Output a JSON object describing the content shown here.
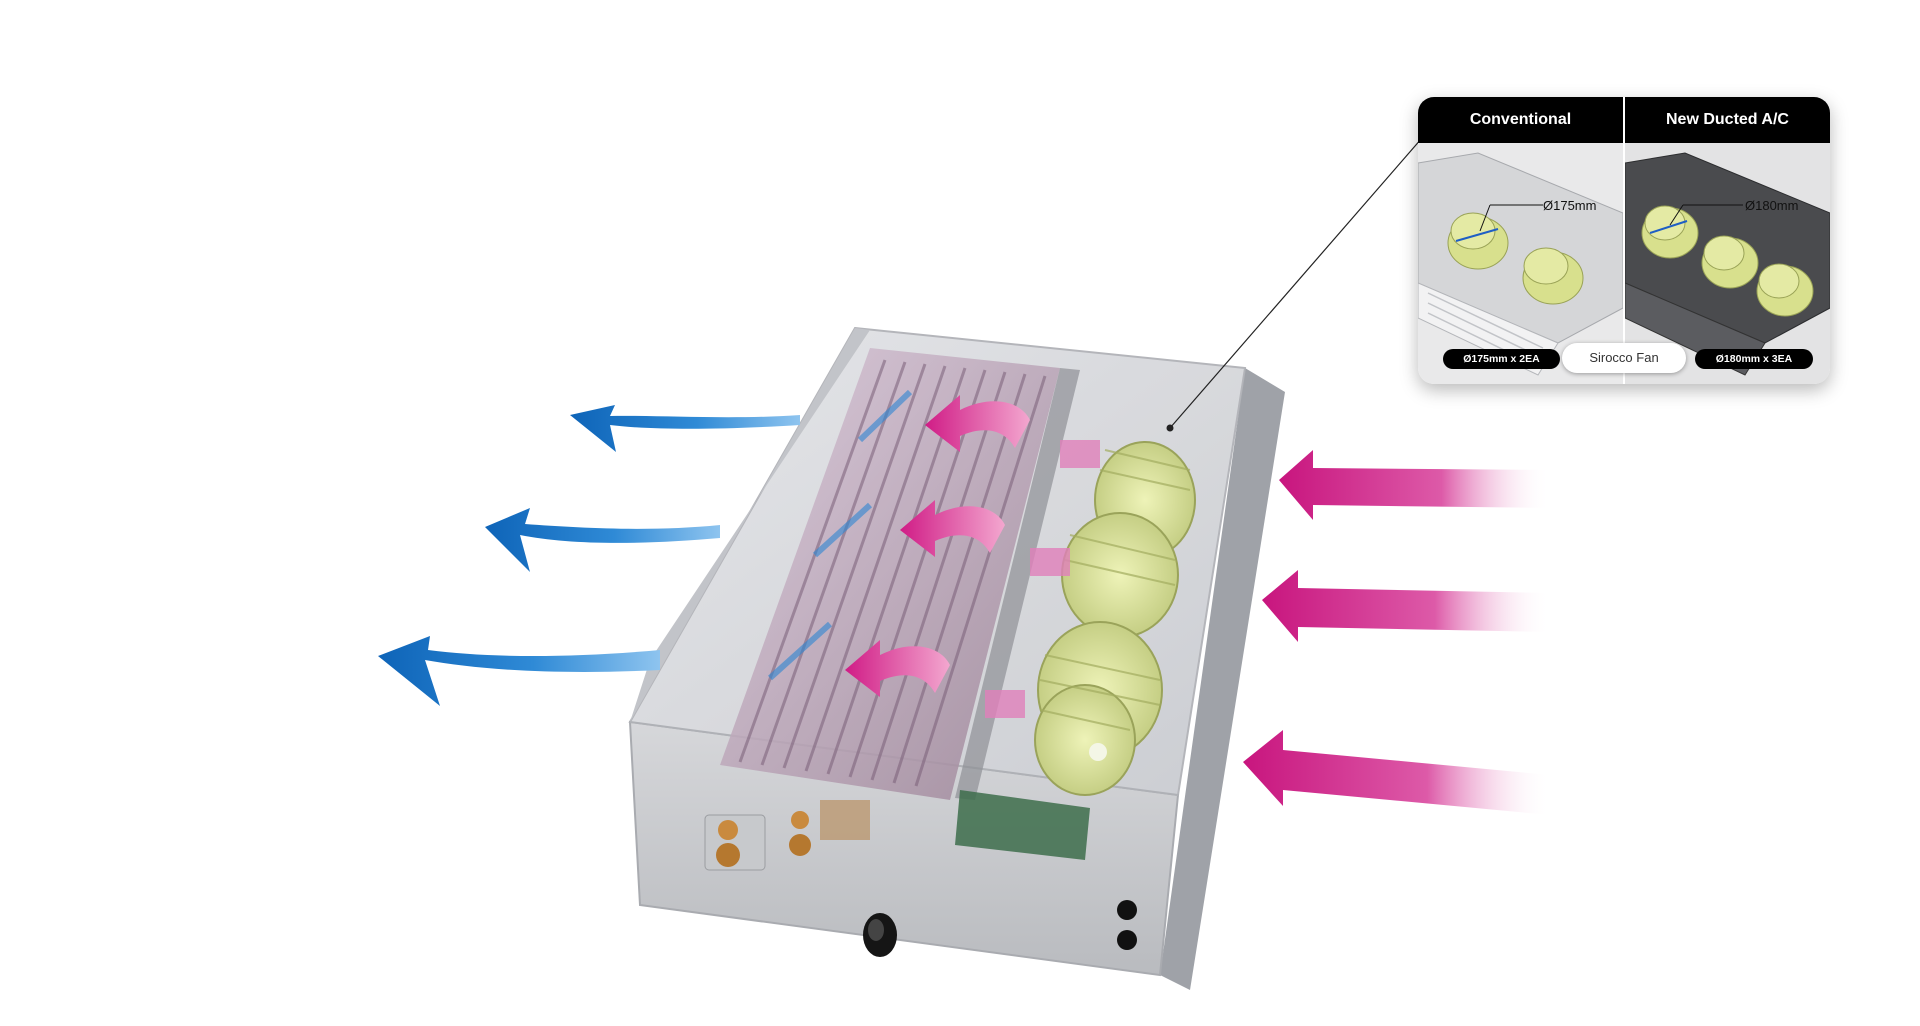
{
  "comparison": {
    "conventional": {
      "header": "Conventional",
      "diameter": "Ø175mm",
      "fan_spec": "Ø175mm x 2EA"
    },
    "new": {
      "header": "New Ducted A/C",
      "diameter": "Ø180mm",
      "fan_spec": "Ø180mm x 3EA"
    },
    "center_label": "Sirocco Fan"
  },
  "colors": {
    "outlet_airflow": "#1a72c4",
    "inlet_airflow": "#c8157e",
    "fan": "#d9e29a",
    "inset_header": "#000000"
  },
  "icons": [
    "outlet-arrow-icon",
    "inlet-arrow-icon",
    "sirocco-fan-icon"
  ]
}
